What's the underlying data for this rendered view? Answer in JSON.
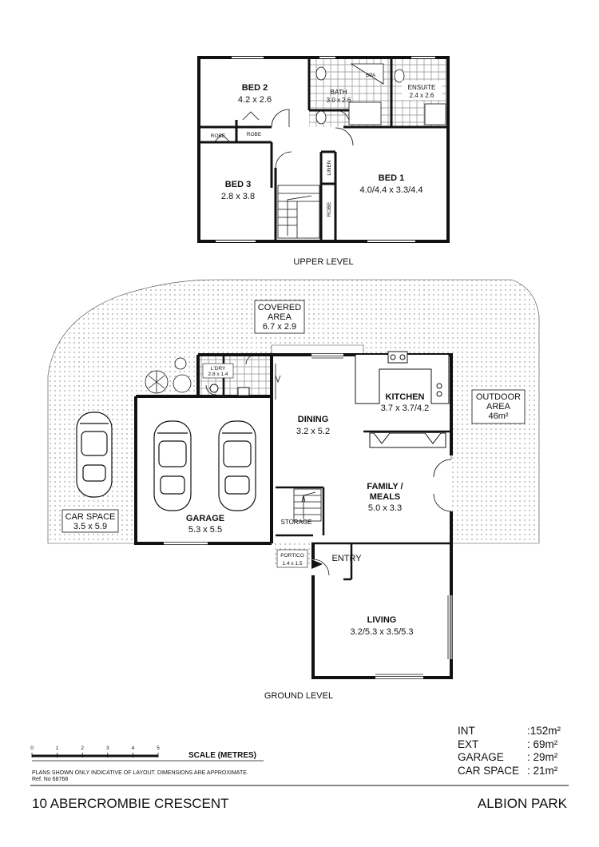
{
  "levels": {
    "upper": "UPPER LEVEL",
    "ground": "GROUND LEVEL"
  },
  "rooms": {
    "bed2": {
      "name": "BED 2",
      "dims": "4.2 x 2.6"
    },
    "bath": {
      "name": "BATH",
      "dims": "3.0 x 2.6"
    },
    "spa": {
      "name": "SPA"
    },
    "ensuite": {
      "name": "ENSUITE",
      "dims": "2.4 x 2.6"
    },
    "robe_left": {
      "name": "ROBE"
    },
    "robe_right": {
      "name": "ROBE"
    },
    "bed3": {
      "name": "BED 3",
      "dims": "2.8 x 3.8"
    },
    "linen": {
      "name": "LINEN"
    },
    "robe_bed1": {
      "name": "ROBE"
    },
    "bed1": {
      "name": "BED 1",
      "dims": "4.0/4.4 x 3.3/4.4"
    },
    "covered": {
      "line1": "COVERED",
      "line2": "AREA",
      "dims": "6.7 x 2.9"
    },
    "ldry": {
      "name": "L'DRY",
      "dims": "2.8 x 1.4"
    },
    "kitchen": {
      "name": "KITCHEN",
      "dims": "3.7 x 3.7/4.2"
    },
    "outdoor": {
      "line1": "OUTDOOR",
      "line2": "AREA",
      "dims": "46m²"
    },
    "dining": {
      "name": "DINING",
      "dims": "3.2 x 5.2"
    },
    "garage": {
      "name": "GARAGE",
      "dims": "5.3 x 5.5"
    },
    "carspace": {
      "name": "CAR SPACE",
      "dims": "3.5 x 5.9"
    },
    "family": {
      "line1": "FAMILY /",
      "line2": "MEALS",
      "dims": "5.0 x 3.3"
    },
    "storage": {
      "name": "STORAGE"
    },
    "portico": {
      "name": "PORTICO",
      "dims": "1.4 x 1.5"
    },
    "entry": {
      "name": "ENTRY"
    },
    "living": {
      "name": "LIVING",
      "dims": "3.2/5.3 x 3.5/5.3"
    }
  },
  "scale": {
    "title": "SCALE (METRES)",
    "ticks": [
      "0",
      "1",
      "2",
      "3",
      "4",
      "5"
    ]
  },
  "disclaimer": {
    "line1": "PLANS SHOWN ONLY INDICATIVE OF LAYOUT.  DIMENSIONS ARE APPROXIMATE.",
    "line2": "Ref. No 68768"
  },
  "areas": [
    {
      "label": "INT",
      "value": ":152m²"
    },
    {
      "label": "EXT",
      "value": ":  69m²"
    },
    {
      "label": "GARAGE",
      "value": ":  29m²"
    },
    {
      "label": "CAR SPACE",
      "value": ":  21m²"
    }
  ],
  "footer": {
    "address": "10 ABERCROMBIE CRESCENT",
    "suburb": "ALBION PARK"
  },
  "colors": {
    "wall": "#111111",
    "tile": "#999999",
    "dots": "#777777"
  }
}
